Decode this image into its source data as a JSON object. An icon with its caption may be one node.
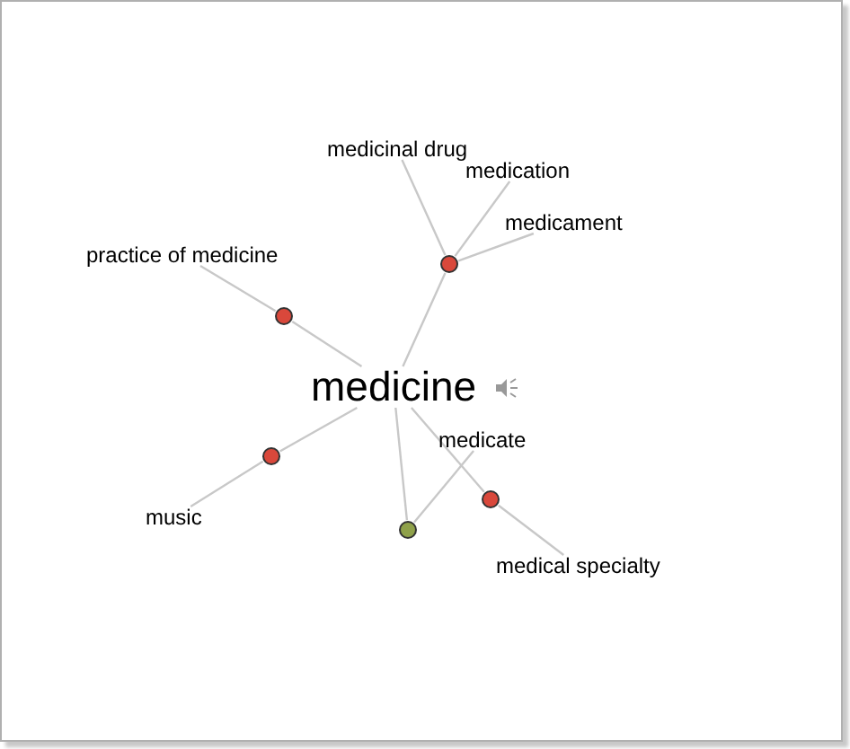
{
  "diagram": {
    "nodes": [
      {
        "text": [
          "medicine"
        ]
      },
      {
        "text": [],
        "shape": "circle"
      },
      {
        "text": [
          "medicinal drug"
        ]
      },
      {
        "text": [
          "medication"
        ]
      },
      {
        "text": [
          "medicament"
        ]
      },
      {
        "text": [],
        "shape": "circle"
      },
      {
        "text": [
          "practice of medicine"
        ]
      },
      {
        "text": [],
        "shape": "circle"
      },
      {
        "text": [
          "music"
        ]
      },
      {
        "text": [],
        "shape": "circle"
      },
      {
        "text": [
          "medicate"
        ]
      },
      {
        "text": [],
        "shape": "circle"
      },
      {
        "text": [
          "medical specialty"
        ]
      }
    ],
    "edges": [
      {
        "from": 0,
        "to": 1,
        "arrow": "none"
      },
      {
        "from": 1,
        "to": 2,
        "arrow": "none"
      },
      {
        "from": 1,
        "to": 3,
        "arrow": "none"
      },
      {
        "from": 1,
        "to": 4,
        "arrow": "none"
      },
      {
        "from": 0,
        "to": 5,
        "arrow": "none"
      },
      {
        "from": 5,
        "to": 6,
        "arrow": "none"
      },
      {
        "from": 0,
        "to": 7,
        "arrow": "none"
      },
      {
        "from": 7,
        "to": 8,
        "arrow": "none"
      },
      {
        "from": 0,
        "to": 9,
        "arrow": "none"
      },
      {
        "from": 9,
        "to": 10,
        "arrow": "none"
      },
      {
        "from": 0,
        "to": 11,
        "arrow": "none"
      },
      {
        "from": 11,
        "to": 12,
        "arrow": "none"
      }
    ]
  }
}
